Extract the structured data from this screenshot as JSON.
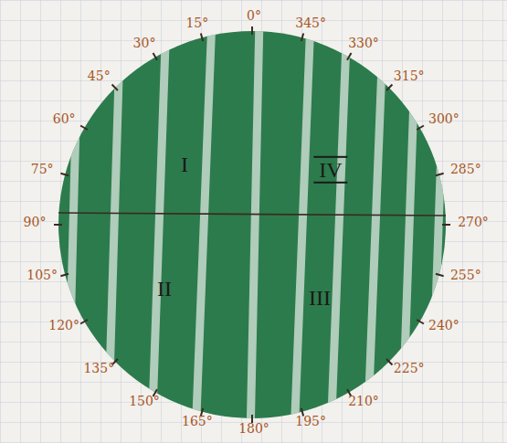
{
  "diagram": {
    "labels": [
      "0°",
      "15°",
      "30°",
      "45°",
      "60°",
      "75°",
      "90°",
      "105°",
      "120°",
      "135°",
      "150°",
      "165°",
      "180°",
      "195°",
      "210°",
      "225°",
      "240°",
      "255°",
      "270°",
      "285°",
      "300°",
      "315°",
      "330°",
      "345°",
      "I",
      "II",
      "III",
      "IV"
    ]
  }
}
